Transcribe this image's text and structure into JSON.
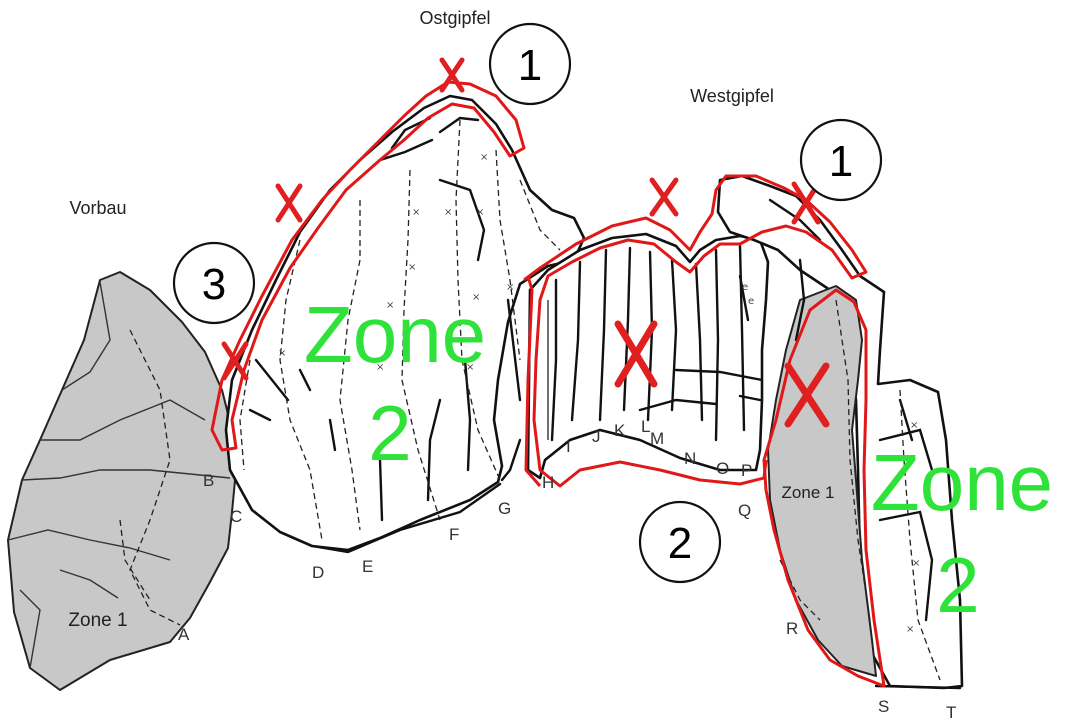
{
  "labels": {
    "ostgipfel": "Ostgipfel",
    "westgipfel": "Westgipfel",
    "vorbau": "Vorbau",
    "zone1_left": "Zone 1",
    "zone1_right": "Zone 1"
  },
  "zones_green": {
    "zone2_left_word": "Zone",
    "zone2_left_num": "2",
    "zone2_right_word": "Zone",
    "zone2_right_num": "2"
  },
  "circled_numbers": {
    "east_summit": "1",
    "west_summit": "1",
    "left_ridge": "3",
    "gap": "2"
  },
  "points": {
    "A": "A",
    "B": "B",
    "C": "C",
    "D": "D",
    "E": "E",
    "F": "F",
    "G": "G",
    "H": "H",
    "I": "I",
    "J": "J",
    "K": "K",
    "L": "L",
    "M": "M",
    "N": "N",
    "O": "O",
    "P": "P",
    "Q": "Q",
    "R": "R",
    "S": "S",
    "T": "T"
  },
  "colors": {
    "marking_red": "#e01818",
    "zone2_green": "#2fe23a",
    "zone1_gray": "#c8c8c8"
  }
}
